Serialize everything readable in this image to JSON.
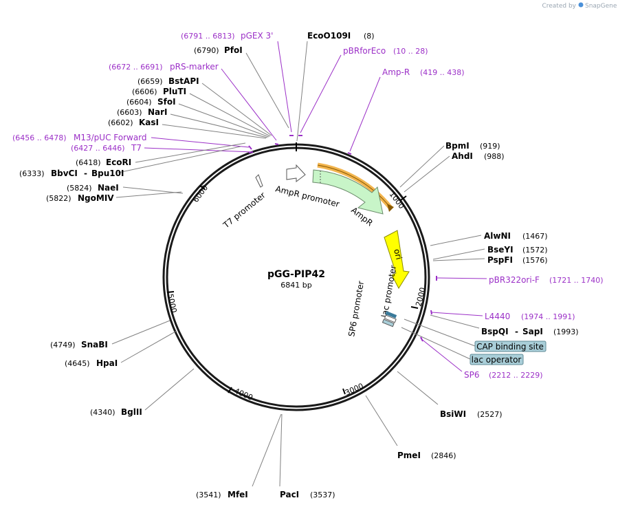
{
  "credit": "Created by",
  "brand": "SnapGene",
  "plasmid": {
    "name": "pGG-PIP42",
    "size": "6841 bp"
  },
  "ticks": [
    "1000",
    "2000",
    "3000",
    "4000",
    "5000",
    "6000"
  ],
  "enzymes": [
    {
      "name": "EcoO109I",
      "pos": "(8)"
    },
    {
      "name": "PfoI",
      "pos": "(6790)"
    },
    {
      "name": "BstAPI",
      "pos": "(6659)"
    },
    {
      "name": "PluTI",
      "pos": "(6606)"
    },
    {
      "name": "SfoI",
      "pos": "(6604)"
    },
    {
      "name": "NarI",
      "pos": "(6603)"
    },
    {
      "name": "KasI",
      "pos": "(6602)"
    },
    {
      "name": "EcoRI",
      "pos": "(6418)"
    },
    {
      "name": "BbvCI",
      "pos": "(6333)"
    },
    {
      "name": "Bpu10I",
      "pos": ""
    },
    {
      "name": "NaeI",
      "pos": "(5824)"
    },
    {
      "name": "NgoMIV",
      "pos": "(5822)"
    },
    {
      "name": "SnaBI",
      "pos": "(4749)"
    },
    {
      "name": "HpaI",
      "pos": "(4645)"
    },
    {
      "name": "BglII",
      "pos": "(4340)"
    },
    {
      "name": "MfeI",
      "pos": "(3541)"
    },
    {
      "name": "PacI",
      "pos": "(3537)"
    },
    {
      "name": "PmeI",
      "pos": "(2846)"
    },
    {
      "name": "BsiWI",
      "pos": "(2527)"
    },
    {
      "name": "BspQI",
      "pos": ""
    },
    {
      "name": "SapI",
      "pos": "(1993)"
    },
    {
      "name": "PspFI",
      "pos": "(1576)"
    },
    {
      "name": "BseYI",
      "pos": "(1572)"
    },
    {
      "name": "AlwNI",
      "pos": "(1467)"
    },
    {
      "name": "AhdI",
      "pos": "(988)"
    },
    {
      "name": "BpmI",
      "pos": "(919)"
    }
  ],
  "primers": [
    {
      "name": "pGEX 3'",
      "range": "(6791 .. 6813)"
    },
    {
      "name": "pBRforEco",
      "range": "(10 .. 28)"
    },
    {
      "name": "pRS-marker",
      "range": "(6672 .. 6691)"
    },
    {
      "name": "Amp-R",
      "range": "(419 .. 438)"
    },
    {
      "name": "M13/pUC Forward",
      "range": "(6456 .. 6478)"
    },
    {
      "name": "T7",
      "range": "(6427 .. 6446)"
    },
    {
      "name": "pBR322ori-F",
      "range": "(1721 .. 1740)"
    },
    {
      "name": "L4440",
      "range": "(1974 .. 1991)"
    },
    {
      "name": "SP6",
      "range": "(2212 .. 2229)"
    }
  ],
  "features": {
    "ampr_promoter": "AmpR promoter",
    "ampr": "AmpR",
    "ori": "ori",
    "t7_promoter": "T7 promoter",
    "lac_promoter": "lac promoter",
    "sp6_promoter": "SP6 promoter",
    "cap_binding_site": "CAP binding site",
    "lac_operator": "lac operator"
  },
  "colors": {
    "primer": "#9b2fc7",
    "ampr": "#c8f5c8",
    "ori": "#ffff00",
    "highlight": "#f0a830",
    "feature_box": "#a9ced8"
  }
}
